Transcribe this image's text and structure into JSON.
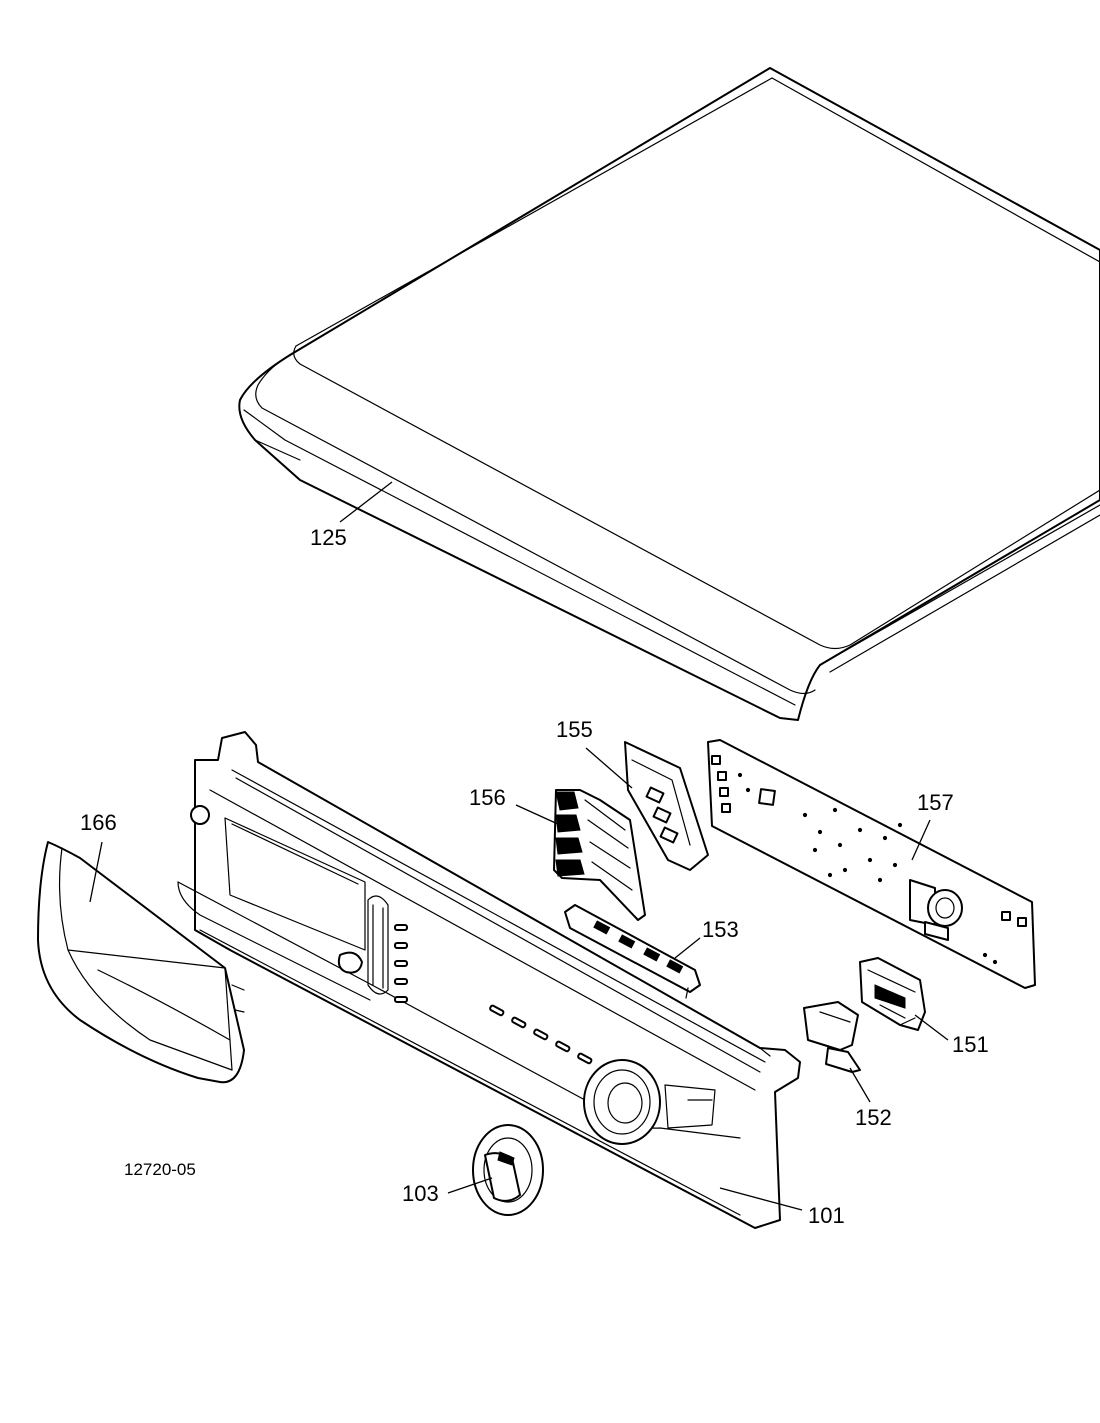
{
  "diagram_code": "12720-05",
  "callouts": {
    "c125": "125",
    "c155": "155",
    "c156": "156",
    "c157": "157",
    "c166": "166",
    "c153": "153",
    "c151": "151",
    "c152": "152",
    "c103": "103",
    "c101": "101"
  }
}
